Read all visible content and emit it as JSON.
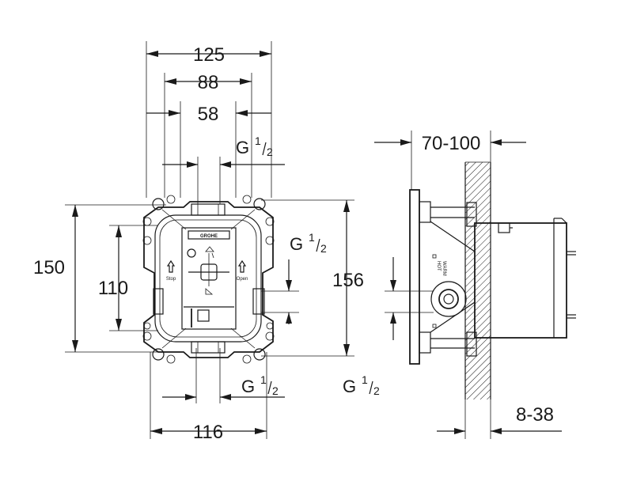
{
  "front_view": {
    "dim_width_total": "125",
    "dim_width_mid": "88",
    "dim_width_inner": "58",
    "dim_height_total": "150",
    "dim_height_inner": "110",
    "dim_height_right": "156",
    "dim_bottom_width": "116",
    "thread_top": {
      "base": "G",
      "num": "1",
      "den": "2"
    },
    "thread_right": {
      "base": "G",
      "num": "1",
      "den": "2"
    },
    "thread_bottom": {
      "base": "G",
      "num": "1",
      "den": "2"
    },
    "plate_logo": "GROHE",
    "label_stop": "Stop",
    "label_open": "Open"
  },
  "side_view": {
    "dim_depth": "70-100",
    "dim_wall": "8-38",
    "thread": {
      "base": "G",
      "num": "1",
      "den": "2"
    },
    "label_warm": "WARM",
    "label_hot": "HOT"
  }
}
